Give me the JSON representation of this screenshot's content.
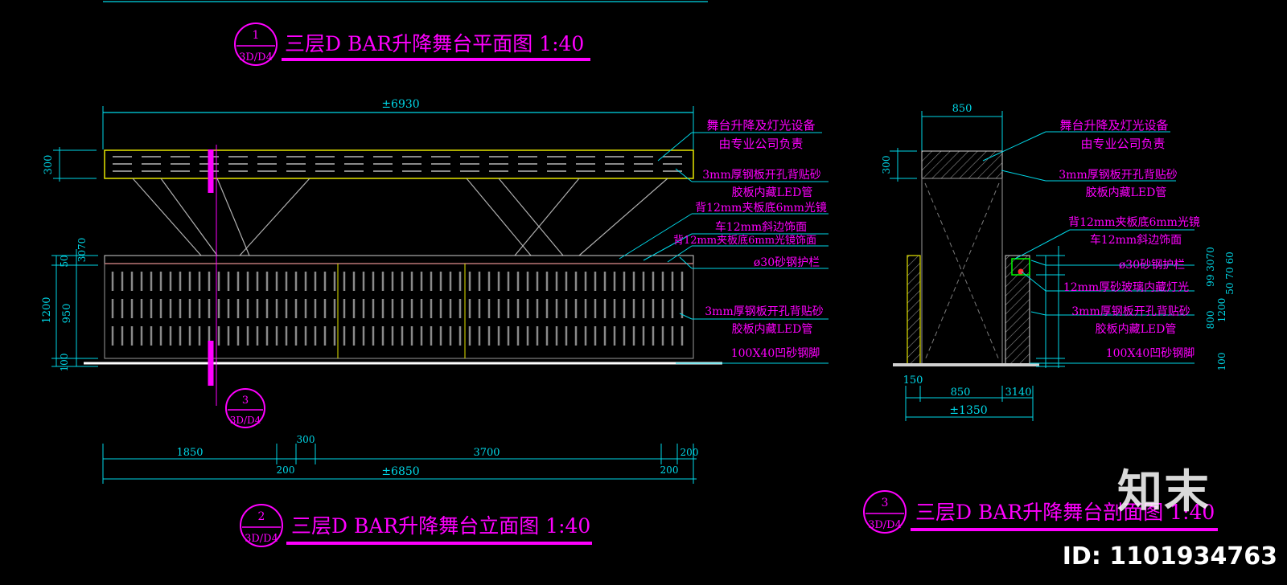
{
  "titles": {
    "plan": "三层D BAR升降舞台平面图 1:40",
    "elevation": "三层D BAR升降舞台立面图 1:40",
    "section": "三层D BAR升降舞台剖面图 1:40"
  },
  "callouts": {
    "plan": {
      "num": "1",
      "sheet": "3D/D4"
    },
    "elevation": {
      "num": "2",
      "sheet": "3D/D4"
    },
    "section": {
      "num": "3",
      "sheet": "3D/D4"
    },
    "cut": {
      "num": "3",
      "sheet": "3D/D4"
    }
  },
  "plan_labels": [
    "舞台升降及灯光设备",
    "由专业公司负责",
    "3mm厚钢板开孔背贴砂",
    "胶板内藏LED管",
    "背12mm夹板底6mm光镜",
    "车12mm斜边饰面",
    "背12mm夹板底6mm光镜饰面",
    "ø30砂钢护栏",
    "3mm厚钢板开孔背贴砂",
    "胶板内藏LED管",
    "100X40凹砂钢脚"
  ],
  "section_labels": [
    "舞台升降及灯光设备",
    "由专业公司负责",
    "3mm厚钢板开孔背贴砂",
    "胶板内藏LED管",
    "背12mm夹板底6mm光镜",
    "车12mm斜边饰面",
    "ø30砂钢护栏",
    "12mm厚砂玻璃内藏灯光",
    "3mm厚钢板开孔背贴砂",
    "胶板内藏LED管",
    "100X40凹砂钢脚"
  ],
  "dims": {
    "plan_width": "±6930",
    "plan_depth": "300",
    "elev_50": "50",
    "elev_3070": "3070",
    "elev_1200": "1200",
    "elev_950": "950",
    "elev_100": "100",
    "bottom_1850": "1850",
    "bottom_300": "300",
    "bottom_3700": "3700",
    "bottom_200a": "200",
    "bottom_200b": "200",
    "bottom_200c": "200",
    "bottom_total": "±6850",
    "sec_top_850": "850",
    "sec_300": "300",
    "sec_150": "150",
    "sec_850": "850",
    "sec_3140": "3140",
    "sec_total": "±1350",
    "sec_right_top": "99 3070",
    "sec_right_mid": "50 70 60",
    "sec_1200": "1200",
    "sec_800": "800",
    "sec_100": "100"
  },
  "watermark": {
    "logo": "知末",
    "id": "ID: 1101934763"
  },
  "colors": {
    "dim": "#00d8e8",
    "magenta": "#ff00ff",
    "yellow": "#e6e600",
    "white": "#ffffff",
    "grey": "#9a9a9a"
  }
}
